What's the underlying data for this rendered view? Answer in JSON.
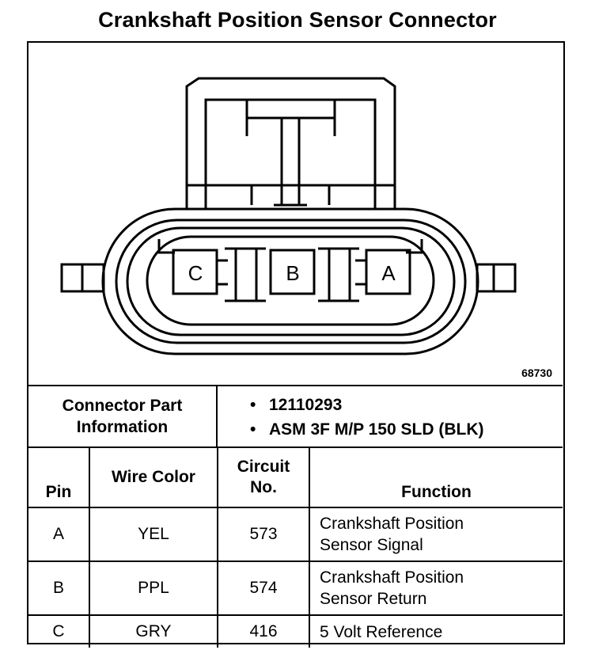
{
  "title": "Crankshaft Position Sensor Connector",
  "figure_number": "68730",
  "connector_pins_diagram": [
    "C",
    "B",
    "A"
  ],
  "connector_info": {
    "label": "Connector Part\nInformation",
    "values": [
      "12110293",
      "ASM 3F M/P 150 SLD (BLK)"
    ]
  },
  "table": {
    "headers": {
      "pin": "Pin",
      "wire_color": "Wire Color",
      "circuit_line1": "Circuit",
      "circuit_line2": "No.",
      "function": "Function"
    },
    "rows": [
      {
        "pin": "A",
        "wire_color": "YEL",
        "circuit": "573",
        "function_line1": "Crankshaft Position",
        "function_line2": "Sensor Signal"
      },
      {
        "pin": "B",
        "wire_color": "PPL",
        "circuit": "574",
        "function_line1": "Crankshaft Position",
        "function_line2": "Sensor Return"
      },
      {
        "pin": "C",
        "wire_color": "GRY",
        "circuit": "416",
        "function_line1": "5 Volt Reference",
        "function_line2": ""
      }
    ]
  }
}
